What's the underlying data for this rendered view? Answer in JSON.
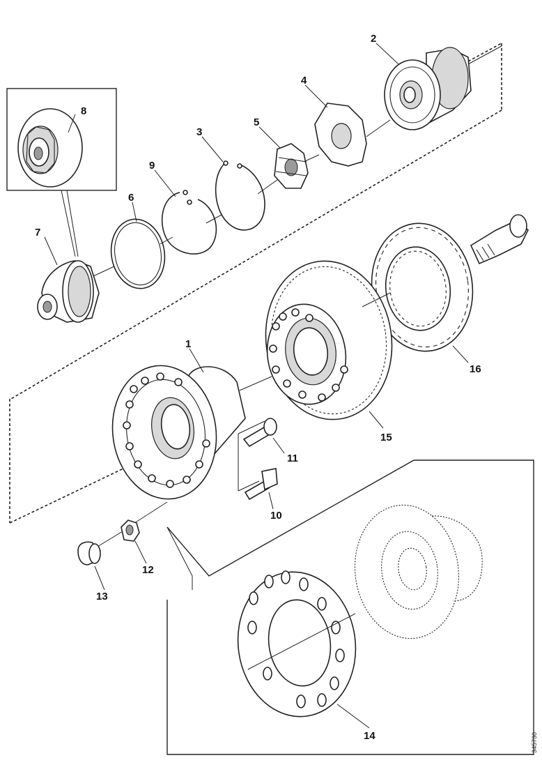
{
  "labels": {
    "p1": "1",
    "p2": "2",
    "p3": "3",
    "p4": "4",
    "p5": "5",
    "p6": "6",
    "p7": "7",
    "p8": "8",
    "p9": "9",
    "p10": "10",
    "p11": "11",
    "p12": "12",
    "p13": "13",
    "p14": "14",
    "p15": "15",
    "p16": "16"
  },
  "document_id": "345730"
}
